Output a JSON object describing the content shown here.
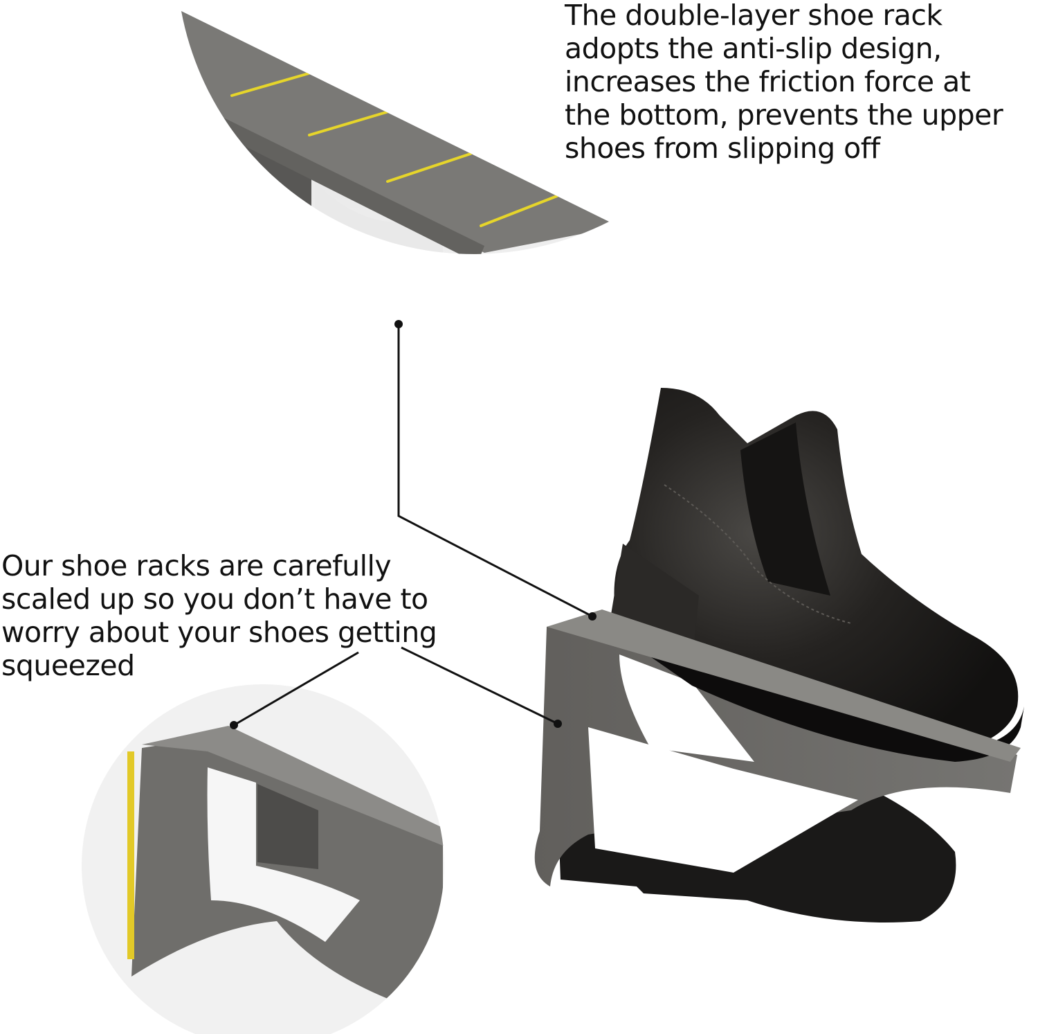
{
  "captions": {
    "top": {
      "lines": [
        "The double-layer shoe rack",
        "adopts the anti-slip design,",
        "increases the friction force at",
        "the bottom, prevents the upper",
        "shoes from slipping off"
      ]
    },
    "left": {
      "lines": [
        "Our shoe racks are carefully",
        "scaled up so you don’t have to",
        "worry about your shoes getting",
        "squeezed"
      ]
    }
  },
  "colors": {
    "rack_gray": "#6f6e6b",
    "rack_edge": "#8a8985",
    "boot_black": "#1c1b1a",
    "anti_slip_strip": "#e6d52a",
    "background": "#ffffff",
    "leader_line": "#111111"
  },
  "images": {
    "top_detail": "anti-slip-strips-closeup",
    "bottom_detail": "rack-side-cutout-closeup",
    "product": "boots-on-double-layer-rack"
  }
}
